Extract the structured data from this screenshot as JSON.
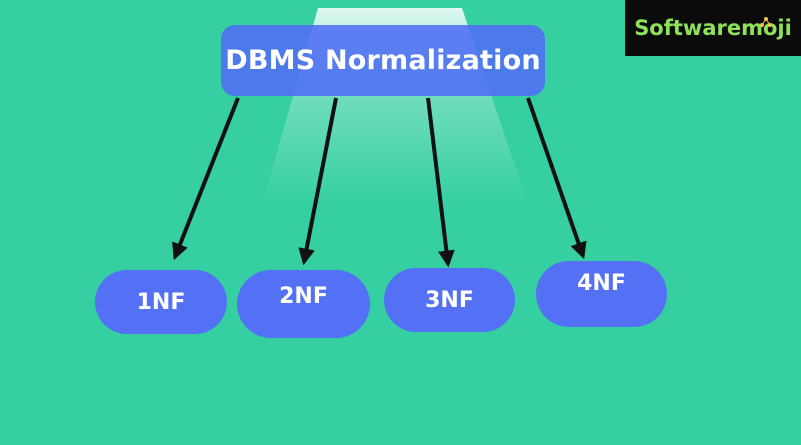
{
  "diagram": {
    "root_label": "DBMS Normalization",
    "children": [
      {
        "id": "nf1",
        "label": "1NF"
      },
      {
        "id": "nf2",
        "label": "2NF"
      },
      {
        "id": "nf3",
        "label": "3NF"
      },
      {
        "id": "nf4",
        "label": "4NF"
      }
    ]
  },
  "logo": {
    "text": "Softwaremoji"
  },
  "colors": {
    "background": "#35cfa1",
    "node_fill": "#5470f5",
    "arrow": "#111111",
    "logo_bg": "#0b0b0b",
    "logo_text": "#8ee25a"
  }
}
